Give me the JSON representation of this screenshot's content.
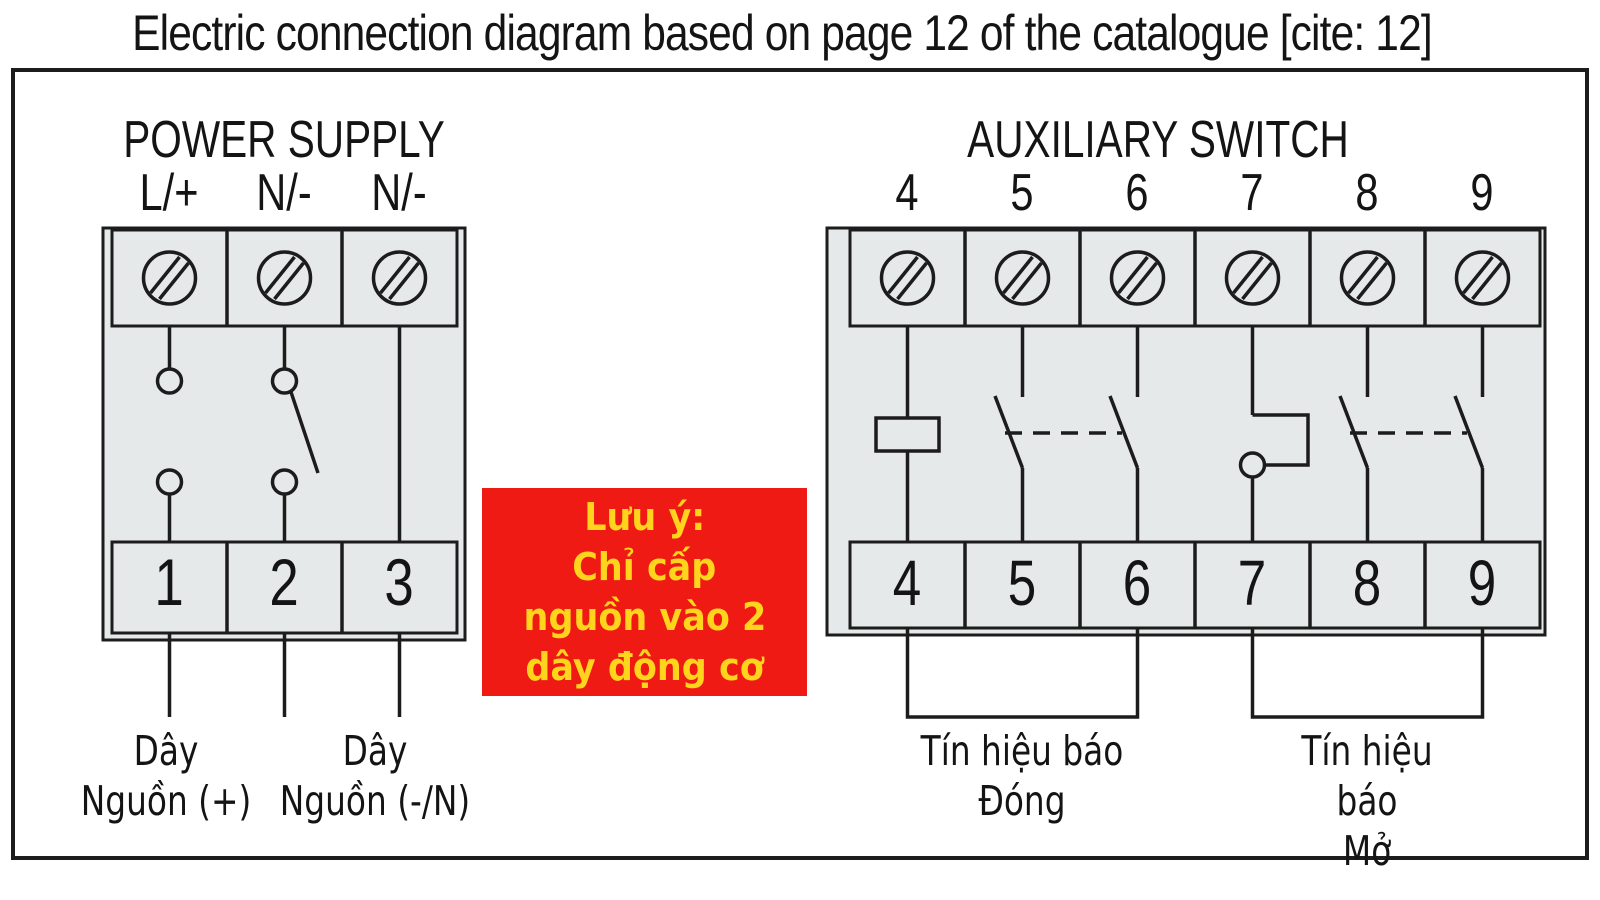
{
  "title": "Electric connection diagram based on page 12 of the catalogue [cite: 12]",
  "colors": {
    "warning_bg": "#ee1a13",
    "warning_fg": "#ffd41c",
    "block_fill": "#e6e9e9",
    "line": "#1c1c1c",
    "background": "#ffffff"
  },
  "power_supply": {
    "heading": "POWER SUPPLY",
    "top_labels": [
      "L/+",
      "N/-",
      "N/-"
    ],
    "bottom_terminals": [
      "1",
      "2",
      "3"
    ],
    "wire_labels": [
      {
        "line1": "Dây",
        "line2": "Nguồn (+)"
      },
      {
        "line1": "Dây",
        "line2": "Nguồn (-/N)"
      }
    ]
  },
  "warning": {
    "lines": [
      "Lưu ý:",
      "Chỉ cấp",
      "nguồn vào 2",
      "dây động cơ"
    ]
  },
  "auxiliary_switch": {
    "heading": "AUXILIARY SWITCH",
    "top_labels": [
      "4",
      "5",
      "6",
      "7",
      "8",
      "9"
    ],
    "bottom_terminals": [
      "4",
      "5",
      "6",
      "7",
      "8",
      "9"
    ],
    "signal_labels": [
      {
        "line1": "Tín hiệu báo",
        "line2": "Đóng"
      },
      {
        "line1": "Tín hiệu báo",
        "line2": "Mở"
      }
    ]
  }
}
